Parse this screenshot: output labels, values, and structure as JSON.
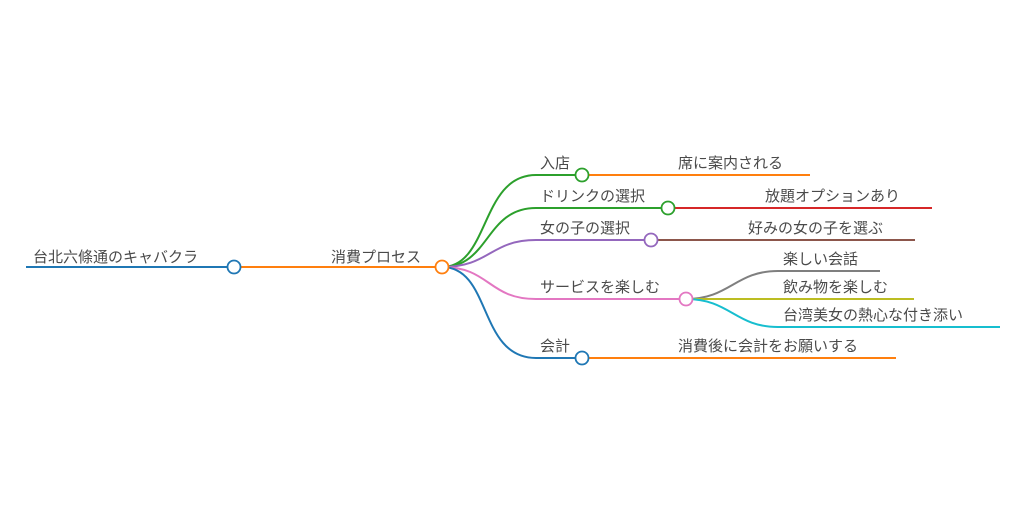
{
  "root": {
    "label": "台北六條通のキャバクラ",
    "color": "#1f77b4"
  },
  "process": {
    "label": "消費プロセス",
    "color": "#ff7f0e"
  },
  "steps": [
    {
      "label": "入店",
      "color": "#2ca02c",
      "children": [
        {
          "label": "席に案内される",
          "color": "#ff7f0e"
        }
      ]
    },
    {
      "label": "ドリンクの選択",
      "color": "#2ca02c",
      "children": [
        {
          "label": "放題オプションあり",
          "color": "#d62728"
        }
      ]
    },
    {
      "label": "女の子の選択",
      "color": "#9467bd",
      "children": [
        {
          "label": "好みの女の子を選ぶ",
          "color": "#8c564b"
        }
      ]
    },
    {
      "label": "サービスを楽しむ",
      "color": "#e377c2",
      "children": [
        {
          "label": "楽しい会話",
          "color": "#7f7f7f"
        },
        {
          "label": "飲み物を楽しむ",
          "color": "#bcbd22"
        },
        {
          "label": "台湾美女の熱心な付き添い",
          "color": "#17becf"
        }
      ]
    },
    {
      "label": "会計",
      "color": "#1f77b4",
      "children": [
        {
          "label": "消費後に会計をお願いする",
          "color": "#ff7f0e"
        }
      ]
    }
  ]
}
